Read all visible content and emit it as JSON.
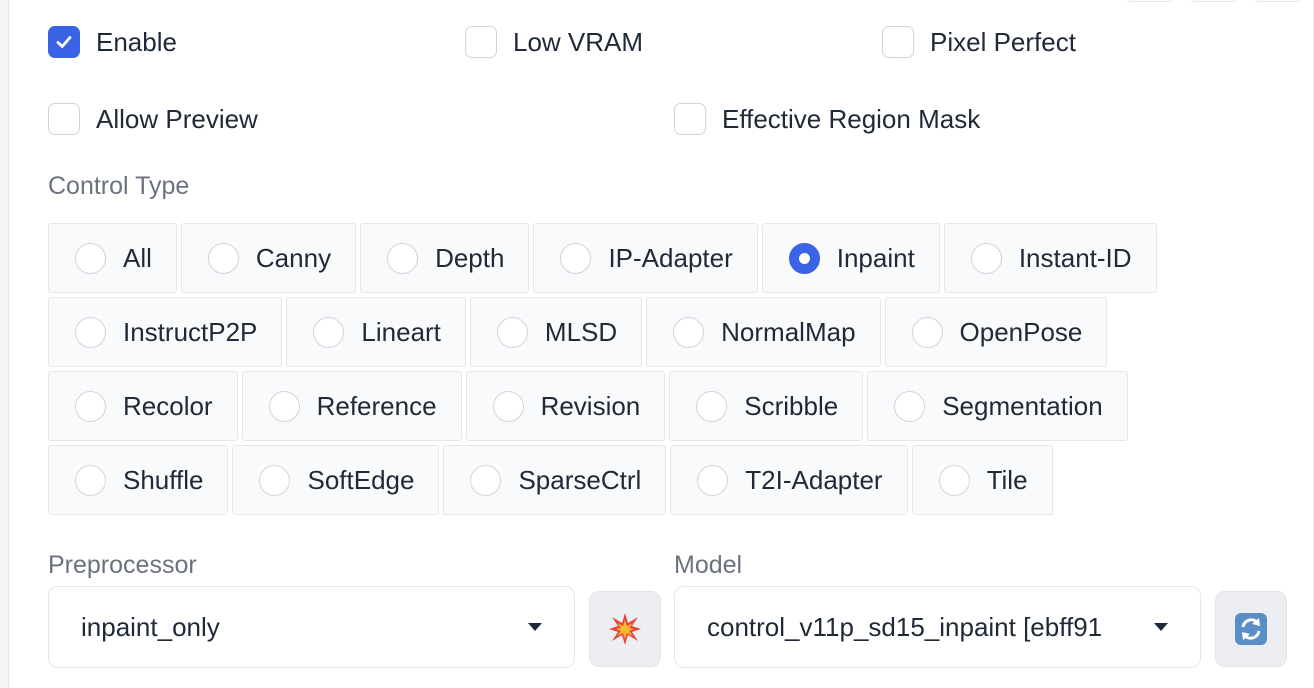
{
  "options": {
    "enable": {
      "label": "Enable",
      "checked": true
    },
    "low_vram": {
      "label": "Low VRAM",
      "checked": false
    },
    "pixel_perfect": {
      "label": "Pixel Perfect",
      "checked": false
    },
    "allow_preview": {
      "label": "Allow Preview",
      "checked": false
    },
    "effective_region_mask": {
      "label": "Effective Region Mask",
      "checked": false
    }
  },
  "control_type": {
    "label": "Control Type",
    "selected": "Inpaint",
    "rows": [
      [
        "All",
        "Canny",
        "Depth",
        "IP-Adapter",
        "Inpaint",
        "Instant-ID"
      ],
      [
        "InstructP2P",
        "Lineart",
        "MLSD",
        "NormalMap",
        "OpenPose"
      ],
      [
        "Recolor",
        "Reference",
        "Revision",
        "Scribble",
        "Segmentation"
      ],
      [
        "Shuffle",
        "SoftEdge",
        "SparseCtrl",
        "T2I-Adapter",
        "Tile"
      ]
    ]
  },
  "preprocessor": {
    "label": "Preprocessor",
    "value": "inpaint_only",
    "run_icon": "explosion-icon"
  },
  "model": {
    "label": "Model",
    "value": "control_v11p_sd15_inpaint [ebff91",
    "refresh_icon": "refresh-icon"
  },
  "colors": {
    "accent": "#3b63e5",
    "option_bg": "#f9fafb",
    "border": "#e5e7eb"
  }
}
